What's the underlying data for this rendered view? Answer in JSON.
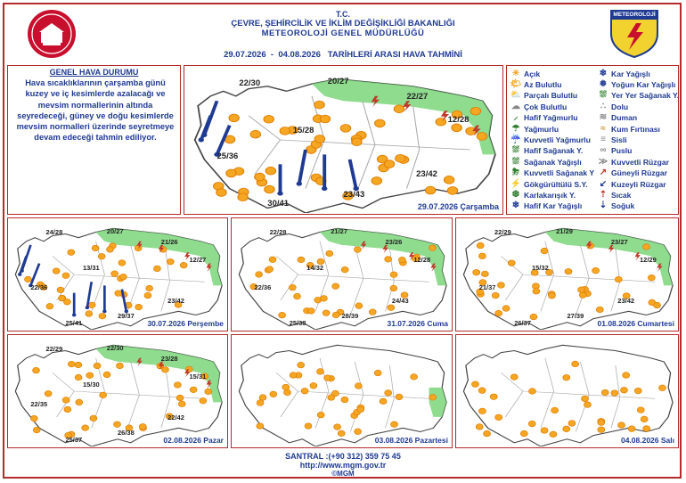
{
  "header": {
    "line1": "T.C.",
    "line2": "ÇEVRE, ŞEHİRCİLİK VE İKLİM DEĞİŞİKLİĞİ BAKANLIĞI",
    "line3": "METEOROLOJİ GENEL MÜDÜRLÜĞÜ",
    "range": "29.07.2026  -  04.08.2026   TARİHLERİ ARASI HAVA TAHMİNİ",
    "logo_right_text": "METEOROLOJİ"
  },
  "general": {
    "title": "GENEL HAVA DURUMU",
    "text": "Hava sıcaklıklarının çarşamba günü kuzey ve iç kesimlerde azalacağı ve mevsim normallerinin altında seyredeceği, güney ve doğu kesimlerde mevsim normalleri üzerinde seyretmeye devam edeceği tahmin ediliyor."
  },
  "legend": [
    {
      "label": "Açık",
      "icon": "sun-icon",
      "color": "#f5a623"
    },
    {
      "label": "Az Bulutlu",
      "icon": "sun-small-cloud-icon",
      "color": "#f5a623"
    },
    {
      "label": "Parçalı Bulutlu",
      "icon": "sun-cloud-icon",
      "color": "#f5a623"
    },
    {
      "label": "Çok Bulutlu",
      "icon": "cloud-icon",
      "color": "#888888"
    },
    {
      "label": "Hafif Yağmurlu",
      "icon": "light-rain-icon",
      "color": "#2a7a2a"
    },
    {
      "label": "Yağmurlu",
      "icon": "rain-icon",
      "color": "#2a7a2a"
    },
    {
      "label": "Kuvvetli Yağmurlu",
      "icon": "heavy-rain-icon",
      "color": "#2a7a2a"
    },
    {
      "label": "Hafif Sağanak Y.",
      "icon": "light-shower-icon",
      "color": "#2a7a2a"
    },
    {
      "label": "Sağanak Yağışlı",
      "icon": "shower-icon",
      "color": "#2a7a2a"
    },
    {
      "label": "Kuvvetli Sağanak Y",
      "icon": "heavy-shower-icon",
      "color": "#2a7a2a"
    },
    {
      "label": "Gökgürültülü S.Y.",
      "icon": "thunder-icon",
      "color": "#c0392b"
    },
    {
      "label": "Karlakarışık Y.",
      "icon": "sleet-icon",
      "color": "#2a7a2a"
    },
    {
      "label": "Hafif Kar Yağışlı",
      "icon": "light-snow-icon",
      "color": "#1f3a93"
    },
    {
      "label": "Kar Yağışlı",
      "icon": "snow-icon",
      "color": "#1f3a93"
    },
    {
      "label": "Yoğun Kar Yağışlı",
      "icon": "heavy-snow-icon",
      "color": "#1f3a93"
    },
    {
      "label": "Yer Yer Sağanak Y.",
      "icon": "scattered-shower-icon",
      "color": "#2a7a2a"
    },
    {
      "label": "Dolu",
      "icon": "hail-icon",
      "color": "#888888"
    },
    {
      "label": "Duman",
      "icon": "smoke-icon",
      "color": "#888888"
    },
    {
      "label": "Kum Fırtınası",
      "icon": "sandstorm-icon",
      "color": "#c49a3a"
    },
    {
      "label": "Sisli",
      "icon": "fog-icon",
      "color": "#888888"
    },
    {
      "label": "Puslu",
      "icon": "haze-icon",
      "color": "#888888"
    },
    {
      "label": "Kuvvetli Rüzgar",
      "icon": "strong-wind-icon",
      "color": "#888888"
    },
    {
      "label": "Güneyli Rüzgar",
      "icon": "south-wind-icon",
      "color": "#c0392b"
    },
    {
      "label": "Kuzeyli Rüzgar",
      "icon": "north-wind-icon",
      "color": "#1f3a93"
    },
    {
      "label": "Sıcak",
      "icon": "hot-icon",
      "color": "#c0392b"
    },
    {
      "label": "Soğuk",
      "icon": "cold-icon",
      "color": "#1f3a93"
    }
  ],
  "maps": [
    {
      "date": "29.07.2026 Çarşamba",
      "temps": [
        "22/30",
        "20/27",
        "22/27",
        "12/28",
        "15/28",
        "25/36",
        "23/42",
        "23/43",
        "30/41"
      ],
      "wind": true
    },
    {
      "date": "30.07.2026 Perşembe",
      "temps": [
        "24/28",
        "20/27",
        "21/26",
        "12/27",
        "13/31",
        "22/36",
        "23/42",
        "29/37",
        "25/41"
      ],
      "wind": true
    },
    {
      "date": "31.07.2026 Cuma",
      "temps": [
        "22/28",
        "21/27",
        "23/26",
        "12/28",
        "14/32",
        "22/36",
        "24/43",
        "28/39",
        "25/38"
      ],
      "wind": false
    },
    {
      "date": "01.08.2026 Cumartesi",
      "temps": [
        "22/29",
        "21/29",
        "23/27",
        "12/29",
        "15/32",
        "21/37",
        "23/42",
        "27/39",
        "26/37"
      ],
      "wind": false
    },
    {
      "date": "02.08.2026 Pazar",
      "temps": [
        "22/29",
        "22/30",
        "23/28",
        "15/31",
        "15/30",
        "22/35",
        "22/42",
        "26/38",
        "25/37"
      ],
      "wind": false
    },
    {
      "date": "03.08.2026 Pazartesi",
      "temps": [],
      "wind": false
    },
    {
      "date": "04.08.2026 Salı",
      "temps": [],
      "wind": false
    }
  ],
  "footer": {
    "phone": "SANTRAL :(+90 312) 359 75 45",
    "url": "http://www.mgm.gov.tr",
    "copy": "©MGM"
  }
}
